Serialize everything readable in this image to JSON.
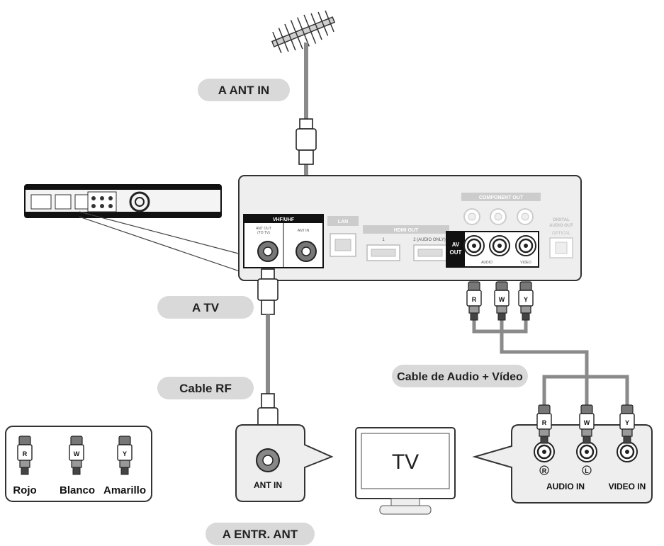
{
  "labels": {
    "to_ant_in": "A ANT IN",
    "to_tv": "A TV",
    "rf_cable": "Cable RF",
    "av_cable": "Cable de Audio + Vídeo",
    "to_ant_input": "A ENTR. ANT"
  },
  "panel": {
    "vhf_uhf": "VHF/UHF",
    "ant_out": "ANT OUT",
    "to_tv": "(TO TV)",
    "ant_in": "ANT IN",
    "lan": "LAN",
    "hdmi_out": "HDMI OUT",
    "hdmi_1": "1",
    "hdmi_2": "2 (AUDIO ONLY)",
    "component_out": "COMPONENT OUT",
    "av": "AV",
    "out": "OUT",
    "audio": "AUDIO",
    "video": "VIDEO",
    "digital": "DIGITAL",
    "audio_out": "AUDIO OUT",
    "optical": "OPTICAL"
  },
  "plugs": {
    "r": "R",
    "w": "W",
    "y": "Y"
  },
  "tv": {
    "text": "TV"
  },
  "tv_ant": {
    "label": "ANT IN"
  },
  "tv_inputs": {
    "r_mark": "R",
    "l_mark": "L",
    "audio_in": "AUDIO IN",
    "video_in": "VIDEO IN"
  },
  "legend": {
    "red": "Rojo",
    "white": "Blanco",
    "yellow": "Amarillo"
  },
  "colors": {
    "cable": "#8a8a8a",
    "pill": "#d9d9d9",
    "panel_bg": "#eeeeee",
    "dark": "#1a1a1a"
  }
}
